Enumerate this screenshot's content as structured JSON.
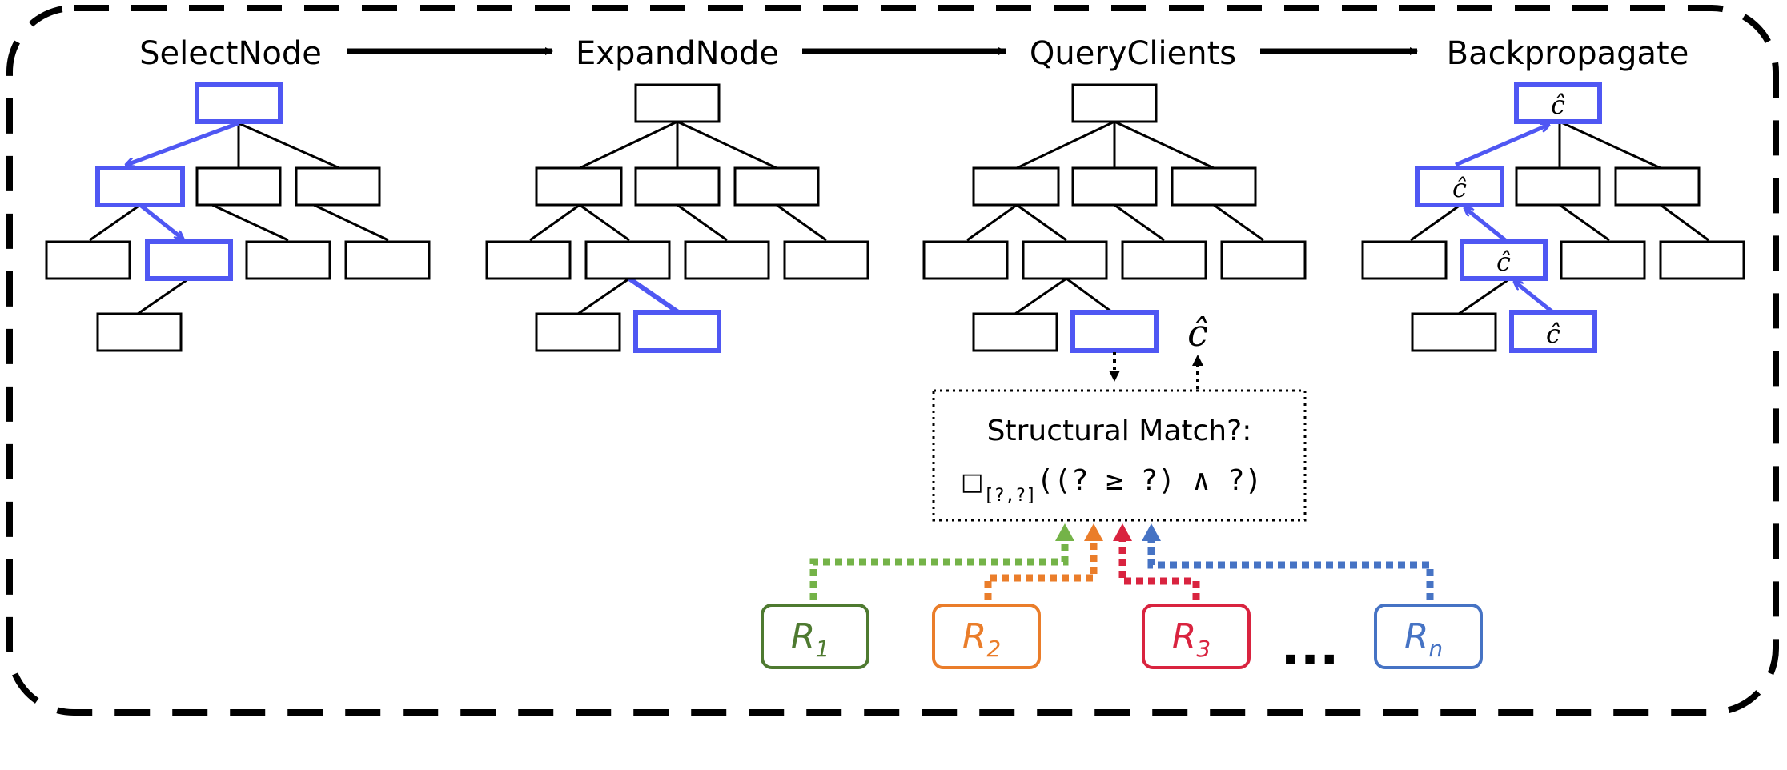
{
  "stages": [
    {
      "label": "SelectNode"
    },
    {
      "label": "ExpandNode"
    },
    {
      "label": "QueryClients"
    },
    {
      "label": "Backpropagate"
    }
  ],
  "c_hat": "ĉ",
  "match_box": {
    "line1": "Structural Match?:",
    "line2_op": "□",
    "line2_sub": "[?,?]",
    "line2_rest": "((? ≥ ?) ∧ ?)"
  },
  "clients": [
    {
      "base": "R",
      "sub": "1",
      "color": "#4e7a30"
    },
    {
      "base": "R",
      "sub": "2",
      "color": "#ea7d2a"
    },
    {
      "base": "R",
      "sub": "3",
      "color": "#d9233f"
    },
    {
      "base": "R",
      "sub": "n",
      "color": "#4673c4"
    }
  ],
  "ellipsis": "...",
  "colors": {
    "highlight": "#4f57f3",
    "outline": "#000000",
    "client_green": "#74b348",
    "client_orange": "#ea7d2a",
    "client_red": "#d9233f",
    "client_blue": "#4673c4"
  }
}
